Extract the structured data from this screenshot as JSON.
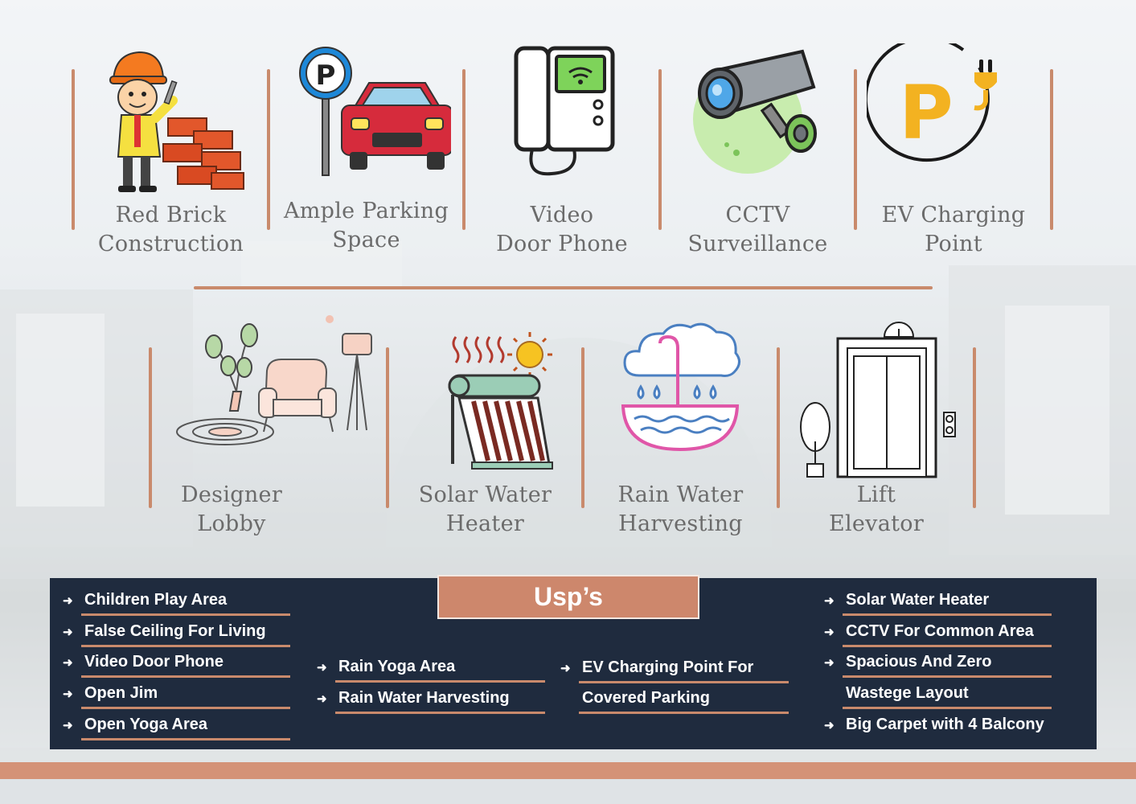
{
  "features_top": [
    {
      "icon": "construction-worker-bricks-icon",
      "line1": "Red Brick",
      "line2": "Construction"
    },
    {
      "icon": "parking-car-icon",
      "line1": "Ample Parking",
      "line2": "Space"
    },
    {
      "icon": "video-door-phone-icon",
      "line1": "Video",
      "line2": "Door Phone"
    },
    {
      "icon": "cctv-camera-icon",
      "line1": "CCTV",
      "line2": "Surveillance"
    },
    {
      "icon": "ev-charging-icon",
      "line1": "EV Charging",
      "line2": "Point"
    }
  ],
  "features_bottom": [
    {
      "icon": "lobby-armchair-icon",
      "line1": "Designer",
      "line2": "Lobby"
    },
    {
      "icon": "solar-water-heater-icon",
      "line1": "Solar Water",
      "line2": "Heater"
    },
    {
      "icon": "rain-water-harvesting-icon",
      "line1": "Rain Water",
      "line2": "Harvesting"
    },
    {
      "icon": "lift-elevator-icon",
      "line1": "Lift",
      "line2": "Elevator"
    }
  ],
  "ev_letter": "P",
  "parking_letter": "P",
  "usp": {
    "title": "Usp’s",
    "col1": [
      "Children Play Area",
      "False Ceiling For Living",
      "Video Door Phone",
      "Open Jim",
      "Open Yoga Area"
    ],
    "col2": [
      "Rain Yoga Area",
      "Rain Water Harvesting"
    ],
    "col3": [
      "EV Charging Point For",
      "Covered Parking"
    ],
    "col4": [
      "Solar Water Heater",
      "CCTV For Common Area",
      "Spacious And Zero",
      "Wastege Layout",
      "Big Carpet with 4 Balcony"
    ]
  },
  "colors": {
    "accent": "#c98a6c",
    "panel": "#1f2b3e",
    "title_bg": "#cd876c",
    "label": "#6b6b6b"
  }
}
